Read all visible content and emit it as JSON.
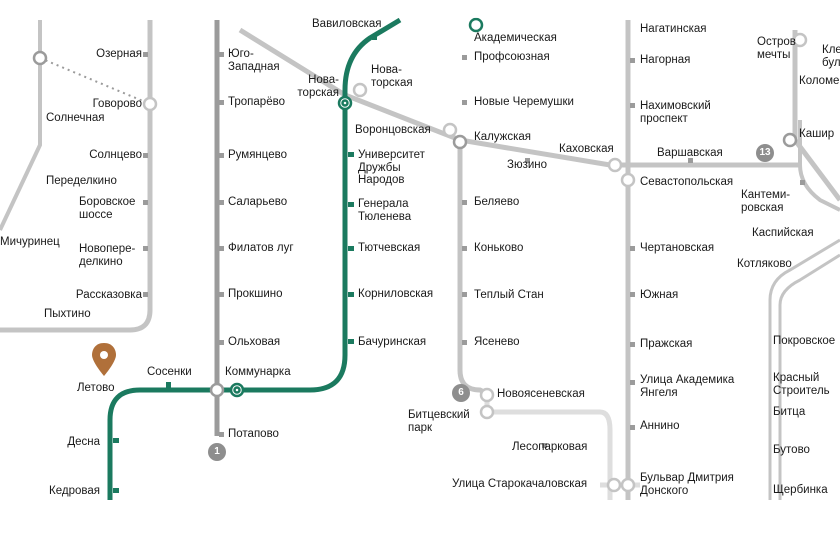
{
  "colors": {
    "green_line": "#1b7a5f",
    "grey_line": "#9b9b9b",
    "light_line": "#c4c4c4",
    "line_badge": "#8e8e8e",
    "pin": "#b0703a"
  },
  "line_numbers": {
    "line_1": "1",
    "line_6": "6",
    "line_13": "13"
  },
  "stations": {
    "ozernaya": "Озерная",
    "govorovo": "Говорово",
    "solnechnaya": "Солнечная",
    "solntsevo": "Солнцево",
    "peredelkino": "Переделкино",
    "borovskoe_shosse": "Боровское\nшоссе",
    "michurinets": "Мичуринец",
    "novoperedelkino": "Новопере-\nделкино",
    "rasskazovka": "Рассказовка",
    "pykhtino": "Пыхтино",
    "letovo": "Летово",
    "sosenki": "Сосенки",
    "desna": "Десна",
    "kedrovaya": "Кедровая",
    "yugo_zapadnaya": "Юго-\nЗападная",
    "troparevo": "Тропарёво",
    "rumyantsevo": "Румянцево",
    "salarevo": "Саларьево",
    "filatov_lug": "Филатов луг",
    "prokshino": "Прокшино",
    "olkhovaya": "Ольховая",
    "kommunarka": "Коммунарка",
    "potapovo": "Потапово",
    "vavilovskaya": "Вавиловская",
    "novatorskaya_bcl": "Нова-\nторская",
    "novatorskaya": "Нова-\nторская",
    "vorontsovskaya": "Воронцовская",
    "universitet_druzhby": "Университет\nДружбы\nНародов",
    "generala_tyuleneva": "Генерала\nТюленева",
    "tyutchevskaya": "Тютчевская",
    "kornilovskaya": "Корниловская",
    "bachurinskaya": "Бачуринская",
    "akademicheskaya": "Академическая",
    "profsoyuznaya": "Профсоюзная",
    "novye_cheremushki": "Новые Черемушки",
    "kaluzhskaya": "Калужская",
    "zyuzino": "Зюзино",
    "belyaevo": "Беляево",
    "konkovo": "Коньково",
    "teply_stan": "Теплый Стан",
    "yasenevo": "Ясенево",
    "novoyasenevskaya": "Новоясеневская",
    "bitsevsky_park": "Битцевский\nпарк",
    "lesoparkovaya": "Лесопарковая",
    "ulitsa_starokachalovskaya": "Улица Старокачаловская",
    "nagatinskaya": "Нагатинская",
    "nagornaya": "Нагорная",
    "nakhimovsky": "Нахимовский\nпроспект",
    "kakhovskaya": "Каховская",
    "varshavskaya": "Варшавская",
    "sevastopolskaya": "Севастопольская",
    "chertanovskaya": "Чертановская",
    "yuzhnaya": "Южная",
    "prazhskaya": "Пражская",
    "ulitsa_ak_yangelya": "Улица Академика\nЯнгеля",
    "annino": "Аннино",
    "bulvar_dmitriya": "Бульвар Дмитрия\nДонского",
    "ostrov_mechty": "Остров\nмечты",
    "kolomenskaya": "Коломен",
    "kantemirovskaya": "Кантеми-\nровская",
    "kashirskaya": "Кашир",
    "kleno": "Кле\nбул",
    "kaspiyskaya": "Каспийская",
    "kotlyakovo": "Котляково",
    "pokrovskoe": "Покровское",
    "krasny_stroitel": "Красный\nСтроитель",
    "bittsa": "Битца",
    "butovo": "Бутово",
    "shcherbinka": "Щербинка"
  }
}
